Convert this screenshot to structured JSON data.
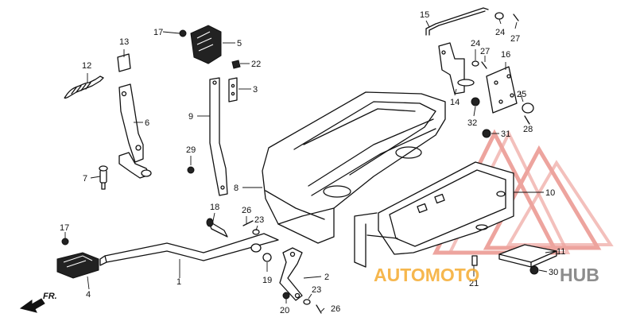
{
  "diagram": {
    "callouts": [
      "1",
      "2",
      "3",
      "4",
      "5",
      "6",
      "7",
      "8",
      "9",
      "10",
      "11",
      "12",
      "13",
      "14",
      "15",
      "16",
      "17",
      "17",
      "18",
      "19",
      "20",
      "21",
      "22",
      "23",
      "23",
      "24",
      "24",
      "25",
      "26",
      "26",
      "27",
      "27",
      "28",
      "29",
      "30",
      "31",
      "32"
    ],
    "direction_label": "FR.",
    "watermark": {
      "left": "AUTOMOTO",
      "right": "HUB"
    },
    "colors": {
      "watermark_red": "#d9534f",
      "watermark_orange": "#f5a623",
      "line": "#111111"
    }
  }
}
